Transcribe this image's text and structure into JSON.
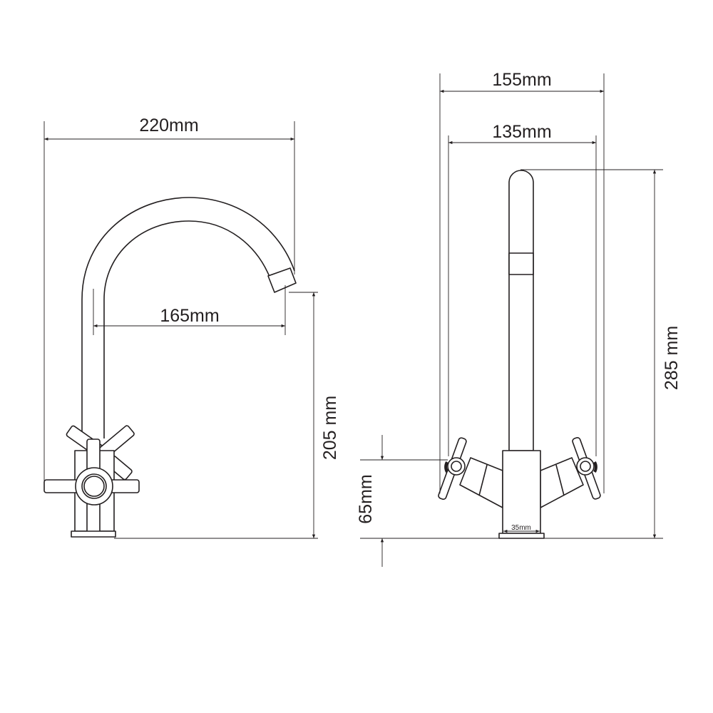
{
  "dimensions": {
    "side_width": "220mm",
    "side_reach": "165mm",
    "side_spout_height": "205 mm",
    "front_total_width": "155mm",
    "front_handle_width": "135mm",
    "front_height": "285 mm",
    "front_handle_height": "65mm",
    "front_base_width": "35mm"
  },
  "colors": {
    "line": "#231f20",
    "background": "#ffffff"
  }
}
